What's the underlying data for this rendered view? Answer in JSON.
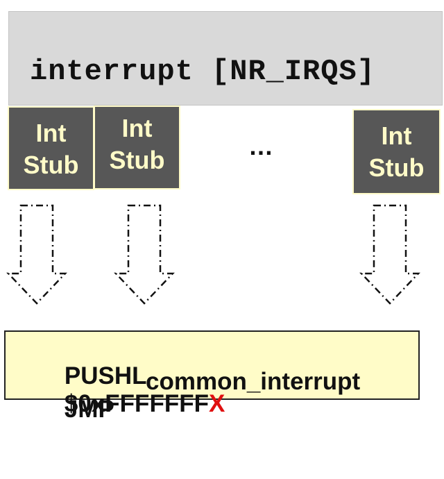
{
  "array": {
    "label": "interrupt [NR_IRQS]"
  },
  "stubs": [
    {
      "line1": "Int",
      "line2": "Stub"
    },
    {
      "line1": "Int",
      "line2": "Stub"
    },
    {
      "line1": "Int",
      "line2": "Stub"
    }
  ],
  "ellipsis": "…",
  "code": {
    "instr1": "PUSHL",
    "operand1": "$0xFFFFFFF",
    "operand1_suffix": "X",
    "instr2": "JMP",
    "operand2": "common_interrupt"
  },
  "colors": {
    "array_bg": "#d9d9d9",
    "stub_bg": "#575757",
    "stub_text": "#fffbc8",
    "code_bg": "#fffcc8",
    "highlight": "#e01010"
  }
}
